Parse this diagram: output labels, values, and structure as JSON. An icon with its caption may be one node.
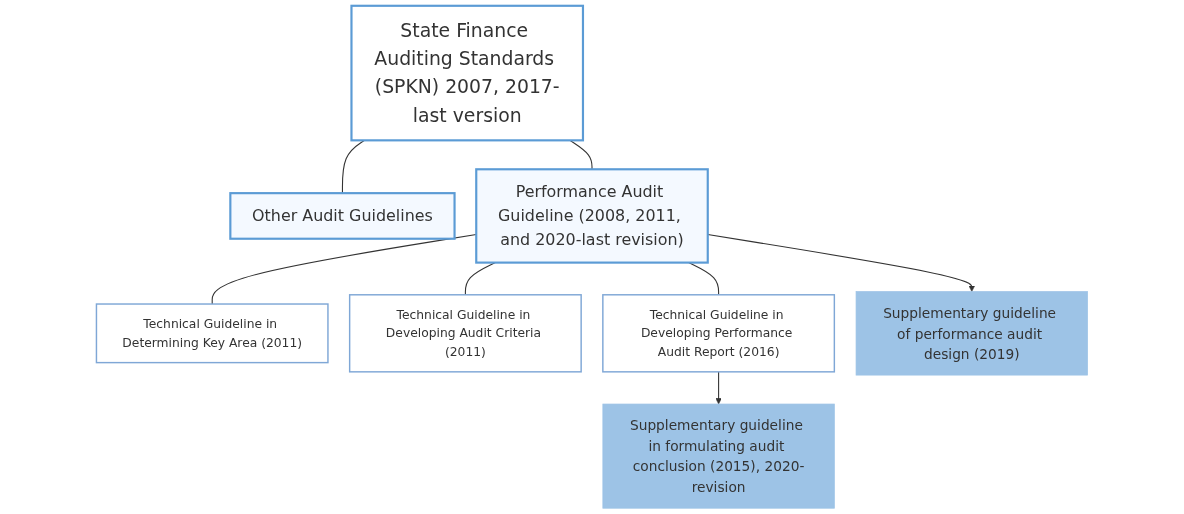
{
  "diagram": {
    "nodes": [
      {
        "text": [
          "State Finance Auditing Standards (SPKN) 2007, 2017-last version"
        ]
      },
      {
        "text": [
          "Other Audit Guidelines"
        ]
      },
      {
        "text": [
          "Performance Audit Guideline (2008, 2011, and 2020-last revision)"
        ]
      },
      {
        "text": [
          "Technical Guideline in Determining Key Area (2011)"
        ]
      },
      {
        "text": [
          "Technical Guideline in Developing Audit Criteria (2011)"
        ]
      },
      {
        "text": [
          "Technical Guideline in Developing Performance Audit Report (2016)"
        ]
      },
      {
        "text": [
          "Supplementary guideline in formulating audit conclusion (2015), 2020-revision"
        ]
      },
      {
        "text": [
          "Supplementary guideline of performance audit design (2019)"
        ]
      }
    ],
    "edges": [
      {
        "from": 0,
        "to": 1,
        "arrow": "none"
      },
      {
        "from": 0,
        "to": 2,
        "arrow": "none"
      },
      {
        "from": 2,
        "to": 3,
        "arrow": "none"
      },
      {
        "from": 2,
        "to": 4,
        "arrow": "none"
      },
      {
        "from": 2,
        "to": 5,
        "arrow": "none"
      },
      {
        "from": 5,
        "to": 6,
        "arrow": "to"
      },
      {
        "from": 2,
        "to": 7,
        "arrow": "to"
      }
    ]
  }
}
